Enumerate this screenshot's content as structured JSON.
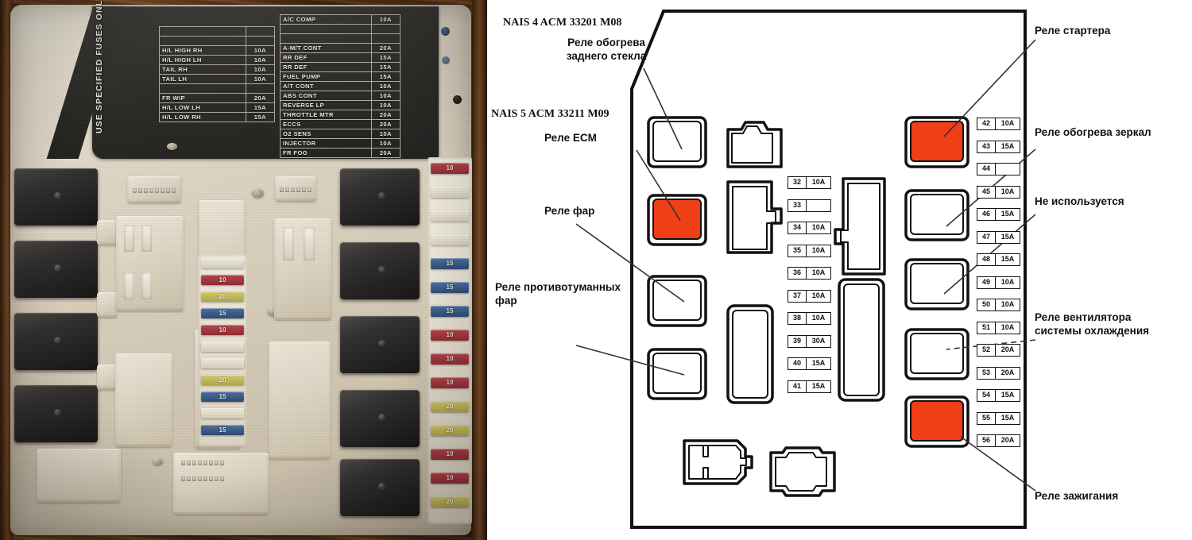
{
  "photo": {
    "plate_notice": "USE SPECIFIED FUSES ONLY",
    "table_left": [
      {
        "name": "",
        "amp": ""
      },
      {
        "name": "",
        "amp": ""
      },
      {
        "name": "H/L HIGH RH",
        "amp": "10A"
      },
      {
        "name": "H/L HIGH LH",
        "amp": "10A"
      },
      {
        "name": "TAIL RH",
        "amp": "10A"
      },
      {
        "name": "TAIL LH",
        "amp": "10A"
      },
      {
        "name": "",
        "amp": ""
      },
      {
        "name": "FR WIP",
        "amp": "20A"
      },
      {
        "name": "H/L LOW LH",
        "amp": "15A"
      },
      {
        "name": "H/L LOW RH",
        "amp": "15A"
      }
    ],
    "table_right": [
      {
        "name": "A/C COMP",
        "amp": "10A"
      },
      {
        "name": "",
        "amp": ""
      },
      {
        "name": "",
        "amp": ""
      },
      {
        "name": "A-M/T CONT",
        "amp": "20A"
      },
      {
        "name": "RR DEF",
        "amp": "15A"
      },
      {
        "name": "RR DEF",
        "amp": "15A"
      },
      {
        "name": "FUEL PUMP",
        "amp": "15A"
      },
      {
        "name": "A/T CONT",
        "amp": "10A"
      },
      {
        "name": "ABS CONT",
        "amp": "10A"
      },
      {
        "name": "REVERSE LP",
        "amp": "10A"
      },
      {
        "name": "THROTTLE MTR",
        "amp": "20A"
      },
      {
        "name": "ECCS",
        "amp": "20A"
      },
      {
        "name": "O2 SENS",
        "amp": "10A"
      },
      {
        "name": "INJECTOR",
        "amp": "10A"
      },
      {
        "name": "FR FOG",
        "amp": "20A"
      }
    ],
    "fuse_column_right": [
      "10",
      "",
      "",
      "",
      "15",
      "15",
      "15",
      "10",
      "10",
      "10",
      "20",
      "20",
      "10",
      "10",
      "20"
    ],
    "fuse_column_mid": [
      "",
      "10",
      "20",
      "15",
      "10",
      "",
      "",
      "20",
      "15",
      "",
      "15"
    ]
  },
  "diagram": {
    "part_codes": [
      "NAIS 4 ACM 33201 M08",
      "NAIS 5 ACM 33211 M09"
    ],
    "labels_left": [
      "Реле обогрева\nзаднего стекла",
      "Реле ECM",
      "Реле фар",
      "Реле противотуманных\nфар"
    ],
    "labels_right": [
      "Реле стартера",
      "Реле обогрева зеркал",
      "Не используется",
      "Реле вентилятора\nсистемы охлаждения",
      "Реле зажигания"
    ],
    "colors": {
      "relay_highlight": "#F03E16",
      "outline": "#111111",
      "background": "#FFFFFF"
    },
    "fuses_middle": [
      {
        "n": "32",
        "amp": "10A"
      },
      {
        "n": "33",
        "amp": ""
      },
      {
        "n": "34",
        "amp": "10A"
      },
      {
        "n": "35",
        "amp": "10A"
      },
      {
        "n": "36",
        "amp": "10A"
      },
      {
        "n": "37",
        "amp": "10A"
      },
      {
        "n": "38",
        "amp": "10A"
      },
      {
        "n": "39",
        "amp": "30A"
      },
      {
        "n": "40",
        "amp": "15A"
      },
      {
        "n": "41",
        "amp": "15A"
      }
    ],
    "fuses_right": [
      {
        "n": "42",
        "amp": "10A"
      },
      {
        "n": "43",
        "amp": "15A"
      },
      {
        "n": "44",
        "amp": ""
      },
      {
        "n": "45",
        "amp": "10A"
      },
      {
        "n": "46",
        "amp": "15A"
      },
      {
        "n": "47",
        "amp": "15A"
      },
      {
        "n": "48",
        "amp": "15A"
      },
      {
        "n": "49",
        "amp": "10A"
      },
      {
        "n": "50",
        "amp": "10A"
      },
      {
        "n": "51",
        "amp": "10A"
      },
      {
        "n": "52",
        "amp": "20A"
      },
      {
        "n": "53",
        "amp": "20A"
      },
      {
        "n": "54",
        "amp": "15A"
      },
      {
        "n": "55",
        "amp": "15A"
      },
      {
        "n": "56",
        "amp": "20A"
      }
    ]
  }
}
